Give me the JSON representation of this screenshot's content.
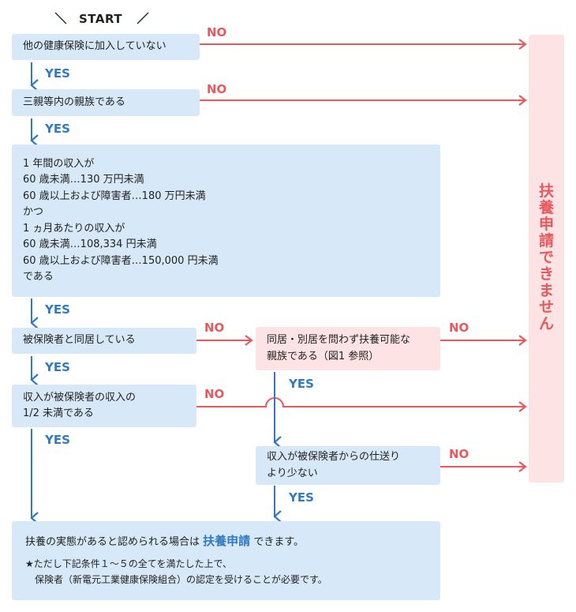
{
  "start_label": "START",
  "yes_label": "YES",
  "no_label": "NO",
  "result_column": "扶養申請できません",
  "steps": {
    "q1": "他の健康保険に加入していない",
    "q2": "三親等内の親族である",
    "q3_lines": [
      "1 年間の収入が",
      "60 歳未満…130 万円未満",
      "60 歳以上および障害者…180 万円未満",
      "かつ",
      "1 ヵ月あたりの収入が",
      "60 歳未満…108,334 円未満",
      "60 歳以上および障害者…150,000 円未満",
      "である"
    ],
    "q4": "被保険者と同居している",
    "q4b_lines": [
      "同居・別居を問わず扶養可能な",
      "親族である（図1 参照）"
    ],
    "q5_lines": [
      "収入が被保険者の収入の",
      "1/2 未満である"
    ],
    "q6_lines": [
      "収入が被保険者からの仕送り",
      "より少ない"
    ]
  },
  "final": {
    "prefix": "扶養の実態があると認められる場合は",
    "emphasis": "扶養申請",
    "suffix": "できます。",
    "note_line1": "★ただし下記条件１～５の全てを満たした上で、",
    "note_line2": "保険者（新電元工業健康保険組合）の認定を受けることが必要です。"
  },
  "colors": {
    "blue_box": "#d7e8f9",
    "pink_box": "#fde3e3",
    "yes_blue": "#2f79c5",
    "no_red": "#e8585c"
  }
}
